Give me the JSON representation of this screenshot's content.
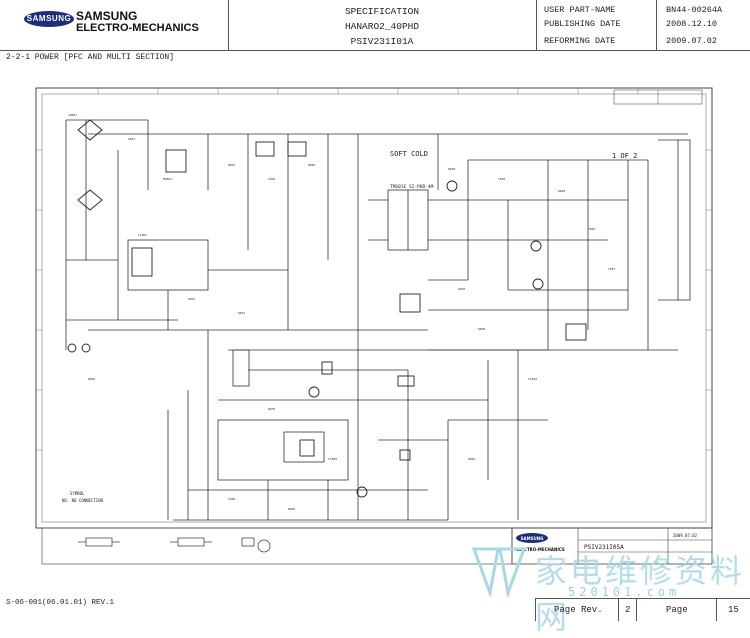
{
  "header": {
    "logo": {
      "brand": "SAMSUNG",
      "line1": "SAMSUNG",
      "line2": "ELECTRO-MECHANICS"
    },
    "spec_title": "SPECIFICATION",
    "model": "HANARO2_40PHD",
    "part_code": "PSIV231I01A",
    "labels": {
      "part_name": "USER PART-NAME",
      "publishing": "PUBLISHING DATE",
      "reforming": "REFORMING DATE"
    },
    "values": {
      "part_name": "BN44-00264A",
      "publishing": "2008.12.10",
      "reforming": "2009.07.02"
    }
  },
  "section_title": "2-2-1  POWER [PFC AND MULTI SECTION]",
  "schematic": {
    "label_soft_cold": "SOFT COLD",
    "label_sheet": "1 OF 2",
    "label_transformer": "TMS01E SI-PHD-4M",
    "legend_symbol": "SYMBOL",
    "legend_connection": "NO. NO CONNECTION",
    "title_block": {
      "brand": "SAMSUNG",
      "company": "ELECTRO-MECHANICS",
      "part_code": "PSIV231I05A",
      "date": "2009.07.02"
    }
  },
  "watermark": {
    "text_cn": "家电维修资料网",
    "url": "520101.com"
  },
  "footer": {
    "form_code": "S-06-001(06.01.01) REV.1",
    "page_rev_label": "Page Rev.",
    "page_rev": "2",
    "page_label": "Page",
    "page": "15"
  }
}
